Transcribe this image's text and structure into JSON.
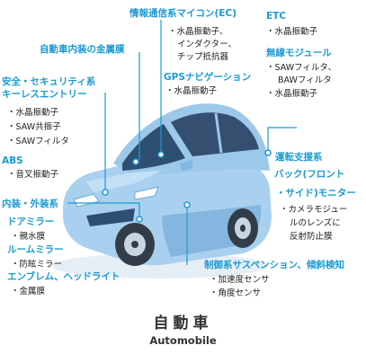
{
  "diagram": {
    "title": "自動車",
    "subtitle": "Automobile",
    "colors": {
      "accent": "#1a9bd1",
      "car_body": "#a9d1ef",
      "car_shadow": "#6ea8d6",
      "glass": "#2f4f72",
      "tire": "#333d4a"
    },
    "callouts": {
      "ecu": {
        "title": "情報通信系マイコン(EC)",
        "items": [
          "水晶振動子、",
          "チップ抵抗器"
        ],
        "continuation": "インダクター、"
      },
      "etc": {
        "title": "ETC",
        "items": [
          "水晶振動子"
        ]
      },
      "interior_film": {
        "title": "自動車内装の金属膜"
      },
      "wireless": {
        "title": "無線モジュール",
        "items": [
          "SAWフィルタ、",
          "水晶振動子"
        ],
        "continuation": "BAWフィルタ"
      },
      "gps": {
        "title": "GPSナビゲーション",
        "items": [
          "水晶振動子"
        ]
      },
      "security": {
        "title_line1": "安全・セキュリティ系",
        "title_line2": "キーレスエントリー",
        "items": [
          "水晶振動子",
          "SAW共振子",
          "SAWフィルタ"
        ]
      },
      "abs": {
        "title": "ABS",
        "items": [
          "音叉振動子"
        ]
      },
      "driving": {
        "title_line1": "運転支援系",
        "title_line2": "バック(フロント",
        "title_line3": "・サイド)モニター",
        "items": [
          "カメラモジュー"
        ],
        "continuation_1": "ルのレンズに",
        "continuation_2": "反射防止膜"
      },
      "exterior": {
        "title": "内装・外装系"
      },
      "door_mirror": {
        "title": "ドアミラー",
        "items": [
          "親水膜"
        ]
      },
      "room_mirror": {
        "title": "ルームミラー",
        "items": [
          "防眩ミラー"
        ]
      },
      "emblem": {
        "title": "エンブレム、ヘッドライト",
        "items": [
          "金属膜"
        ]
      },
      "suspension": {
        "title": "制御系サスペンション、傾斜検知",
        "items": [
          "加速度センサ",
          "角度センサ"
        ]
      }
    }
  }
}
